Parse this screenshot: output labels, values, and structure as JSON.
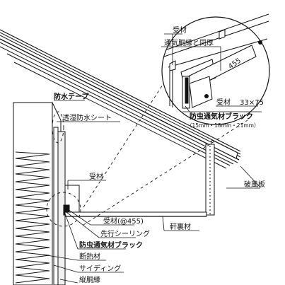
{
  "labels": {
    "uke_top": "受材",
    "flush": "通気胴縁と同厚",
    "dim_455": "455",
    "uke_size": "受材　 33×75",
    "brack_top": "防虫通気材ブラック",
    "brack_sizes": "（15mm・18mm・21mm）",
    "waterproof_tape": "防水テープ",
    "moisture_sheet": "透湿防水シート",
    "uke_mid": "受材",
    "fascia": "破風板",
    "uke_pitch": "受材(@455)",
    "soffit": "軒裏材",
    "sealing": "先行シーリング",
    "brack_bottom": "防虫通気材ブラック",
    "insulation": "断熱材",
    "siding": "サイディング",
    "furring": "縦胴縁"
  }
}
